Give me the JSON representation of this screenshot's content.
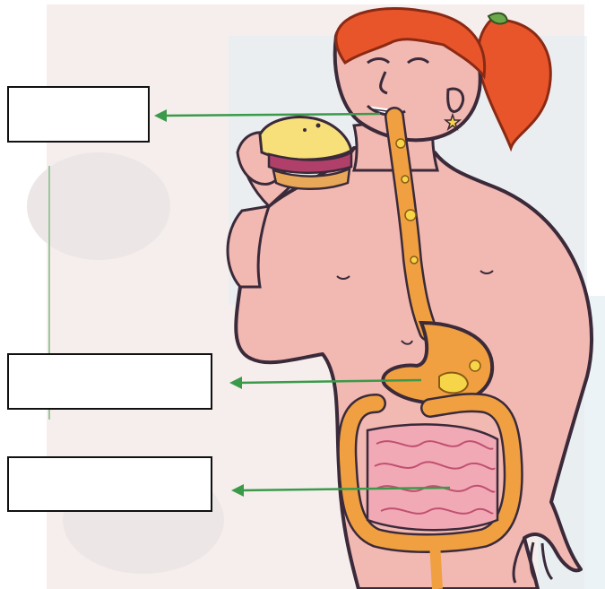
{
  "diagram": {
    "answer_boxes": [
      {
        "target": "mouth",
        "value": ""
      },
      {
        "target": "stomach",
        "value": ""
      },
      {
        "target": "intestines",
        "value": ""
      }
    ],
    "colors": {
      "paper": "#f4ecea",
      "skin": "#f2b8b2",
      "skin_outline": "#3a2a3a",
      "hair": "#e8552a",
      "digestive_tract": "#f0a040",
      "food": "#f6d648",
      "arrow": "#3a9a4a",
      "sandwich_bread": "#f7e07a",
      "sandwich_filling": "#b0406a",
      "intestine_inner": "#f2a9b6"
    },
    "icons": [
      "sandwich-icon",
      "star-earring-icon",
      "hair-tie-icon"
    ]
  }
}
